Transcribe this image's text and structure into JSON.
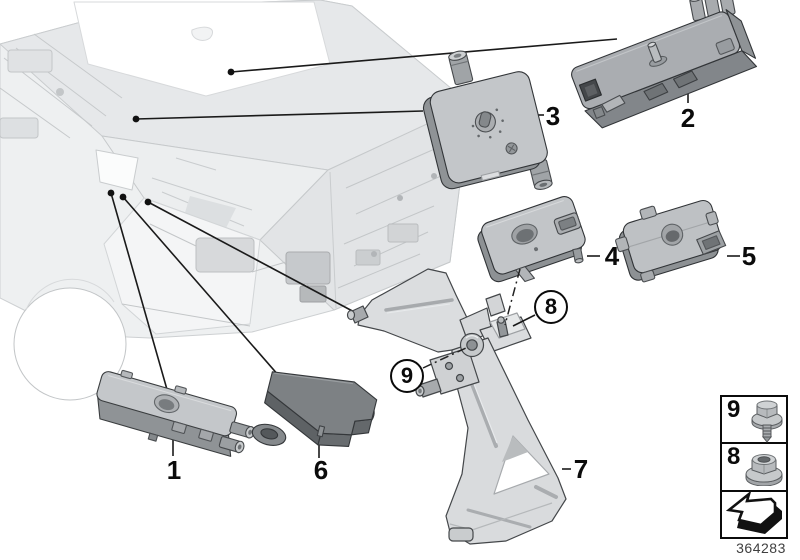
{
  "diagram": {
    "doc_number": "364283",
    "parts": [
      {
        "label": "1"
      },
      {
        "label": "2"
      },
      {
        "label": "3"
      },
      {
        "label": "4"
      },
      {
        "label": "5"
      },
      {
        "label": "6"
      },
      {
        "label": "7"
      }
    ],
    "fasteners": {
      "nut_callout": "8",
      "bolt_callout": "9"
    },
    "legend": {
      "bolt_row_label": "9",
      "nut_row_label": "8"
    }
  },
  "icons": {
    "bolt": "hex-flange-bolt-icon",
    "nut": "flange-nut-icon",
    "cross_reference": "cross-reference-arrow-icon"
  },
  "colors": {
    "background": "#ffffff",
    "callout_line": "#1a1a1a",
    "label_text": "#0b0b0b",
    "part_gray_light": "#c4c7ca",
    "part_gray_mid": "#9a9ea1",
    "part_gray_dark": "#75797c",
    "body_gray": "#e8eaec",
    "doc_number_text": "#3f3f3f"
  }
}
